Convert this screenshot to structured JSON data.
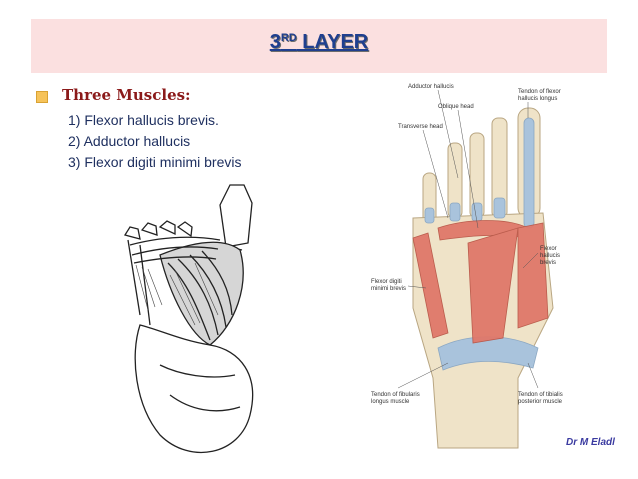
{
  "slide": {
    "title_main": "3",
    "title_sup": "RD",
    "title_rest": " LAYER",
    "heading": "Three Muscles:",
    "items": [
      "1)  Flexor hallucis brevis.",
      "2)  Adductor hallucis",
      "3)  Flexor digiti minimi brevis"
    ],
    "signature": "Dr M Eladl"
  },
  "figure_labels": {
    "adductor_hallucis": "Adductor hallucis",
    "oblique_head": "Oblique head",
    "transverse_head": "Transverse head",
    "tendon_fhl_1": "Tendon of flexor",
    "tendon_fhl_2": "hallucis longus",
    "fhb_1": "Flexor",
    "fhb_2": "hallucis",
    "fhb_3": "brevis",
    "fdmb_1": "Flexor digiti",
    "fdmb_2": "minimi brevis",
    "fib_1": "Tendon of fibularis",
    "fib_2": "longus muscle",
    "tib_1": "Tendon of tibialis",
    "tib_2": "posterior muscle"
  },
  "colors": {
    "title_band": "#fbe0e0",
    "title_text": "#1f3f8f",
    "heading": "#8b1a1a",
    "muscle": "#e0786a",
    "bone": "#efe3c8",
    "tendon": "#a9c3dc"
  }
}
